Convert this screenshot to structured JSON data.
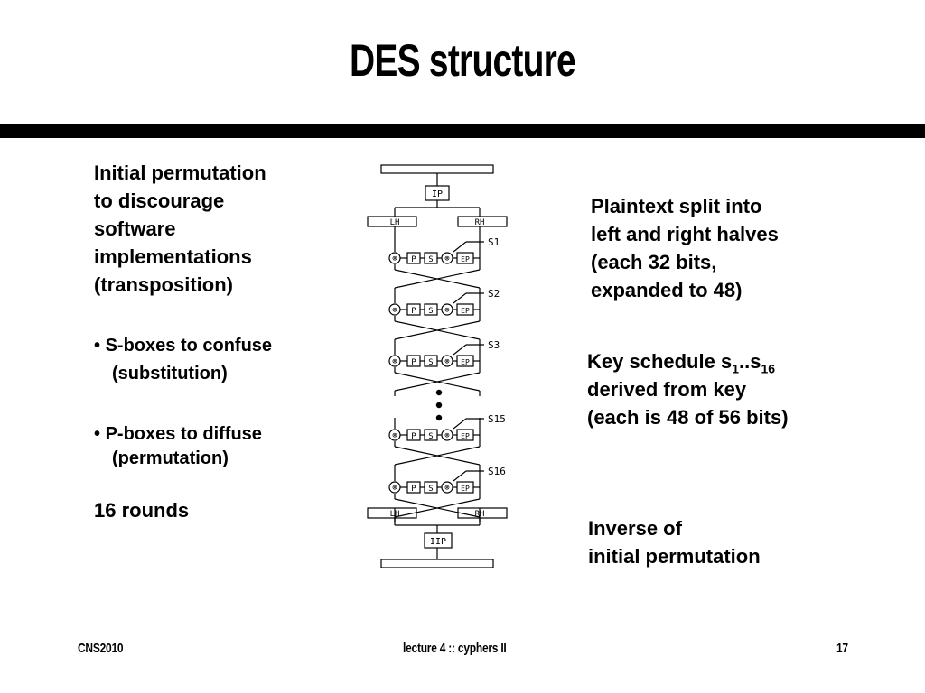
{
  "slide": {
    "title": "DES structure",
    "left": {
      "ip_desc": [
        "Initial permutation",
        "to discourage",
        "software",
        "implementations",
        "(transposition)"
      ],
      "sbox": {
        "bullet": "•",
        "line1": "S-boxes to confuse",
        "line2": "(substitution)"
      },
      "pbox": {
        "bullet": "•",
        "line1": "P-boxes to diffuse",
        "line2": "(permutation)"
      },
      "rounds": "16 rounds"
    },
    "right": {
      "plaintext": [
        "Plaintext split into",
        "left and right halves",
        "(each 32 bits,",
        "expanded to 48)"
      ],
      "keysched": {
        "l1_pre": "Key schedule s",
        "l1_sub1": "1",
        "l1_mid": "..s",
        "l1_sub2": "16",
        "l2": "derived from key",
        "l3": "(each is 48 of 56 bits)"
      },
      "inverse": [
        "Inverse of",
        "initial permutation"
      ]
    },
    "footer": {
      "left": "CNS2010",
      "center": "lecture 4 :: cyphers II",
      "right": "17"
    }
  },
  "diagram": {
    "ip_label": "IP",
    "lh_label": "LH",
    "rh_label": "RH",
    "iip_label": "IIP",
    "box_p": "P",
    "box_s": "S",
    "box_ep": "EP",
    "xor_symbol": "⊗",
    "ellipsis": "•",
    "rounds": [
      "S1",
      "S2",
      "S3",
      "S15",
      "S16"
    ]
  }
}
